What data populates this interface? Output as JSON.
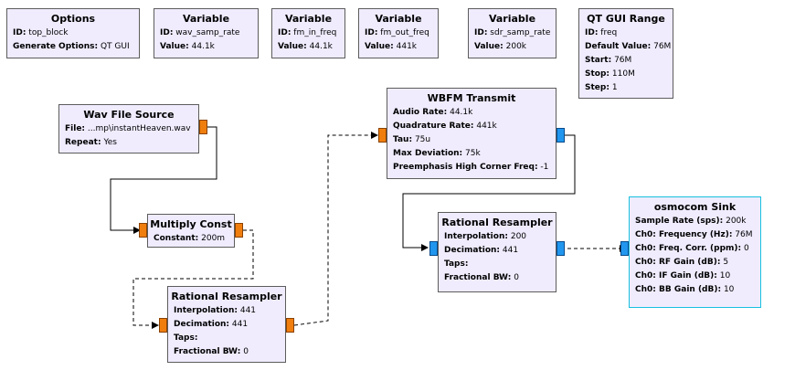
{
  "options": {
    "title": "Options",
    "id_key": "ID:",
    "id_val": "top_block",
    "gen_key": "Generate Options:",
    "gen_val": "QT GUI"
  },
  "var_wav": {
    "title": "Variable",
    "id_key": "ID:",
    "id_val": "wav_samp_rate",
    "value_key": "Value:",
    "value_val": "44.1k"
  },
  "var_fm_in": {
    "title": "Variable",
    "id_key": "ID:",
    "id_val": "fm_in_freq",
    "value_key": "Value:",
    "value_val": "44.1k"
  },
  "var_fm_out": {
    "title": "Variable",
    "id_key": "ID:",
    "id_val": "fm_out_freq",
    "value_key": "Value:",
    "value_val": "441k"
  },
  "var_sdr": {
    "title": "Variable",
    "id_key": "ID:",
    "id_val": "sdr_samp_rate",
    "value_key": "Value:",
    "value_val": "200k"
  },
  "qt_range": {
    "title": "QT GUI Range",
    "id_key": "ID:",
    "id_val": "freq",
    "default_key": "Default Value:",
    "default_val": "76M",
    "start_key": "Start:",
    "start_val": "76M",
    "stop_key": "Stop:",
    "stop_val": "110M",
    "step_key": "Step:",
    "step_val": "1"
  },
  "wav_source": {
    "title": "Wav File Source",
    "file_key": "File:",
    "file_val": "...mp\\instantHeaven.wav",
    "repeat_key": "Repeat:",
    "repeat_val": "Yes"
  },
  "multiply": {
    "title": "Multiply Const",
    "const_key": "Constant:",
    "const_val": "200m"
  },
  "resampler1": {
    "title": "Rational Resampler",
    "interp_key": "Interpolation:",
    "interp_val": "441",
    "decim_key": "Decimation:",
    "decim_val": "441",
    "taps_key": "Taps:",
    "taps_val": "",
    "fbw_key": "Fractional BW:",
    "fbw_val": "0"
  },
  "wbfm": {
    "title": "WBFM Transmit",
    "audio_key": "Audio Rate:",
    "audio_val": "44.1k",
    "quad_key": "Quadrature Rate:",
    "quad_val": "441k",
    "tau_key": "Tau:",
    "tau_val": "75u",
    "maxdev_key": "Max Deviation:",
    "maxdev_val": "75k",
    "preemph_key": "Preemphasis High Corner Freq:",
    "preemph_val": "-1"
  },
  "resampler2": {
    "title": "Rational Resampler",
    "interp_key": "Interpolation:",
    "interp_val": "200",
    "decim_key": "Decimation:",
    "decim_val": "441",
    "taps_key": "Taps:",
    "taps_val": "",
    "fbw_key": "Fractional BW:",
    "fbw_val": "0"
  },
  "osmocom": {
    "title": "osmocom Sink",
    "sr_key": "Sample Rate (sps):",
    "sr_val": "200k",
    "freq_key": "Ch0: Frequency (Hz):",
    "freq_val": "76M",
    "corr_key": "Ch0: Freq. Corr. (ppm):",
    "corr_val": "0",
    "rf_key": "Ch0: RF Gain (dB):",
    "rf_val": "5",
    "if_key": "Ch0: IF Gain (dB):",
    "if_val": "10",
    "bb_key": "Ch0: BB Gain (dB):",
    "bb_val": "10"
  },
  "colors": {
    "block_fill": "#f0ecfe",
    "block_border": "#5c5c5c",
    "selected_border": "#18c0e0",
    "port_float": "#f07e0e",
    "port_complex": "#2196ee",
    "wire": "#000000"
  }
}
